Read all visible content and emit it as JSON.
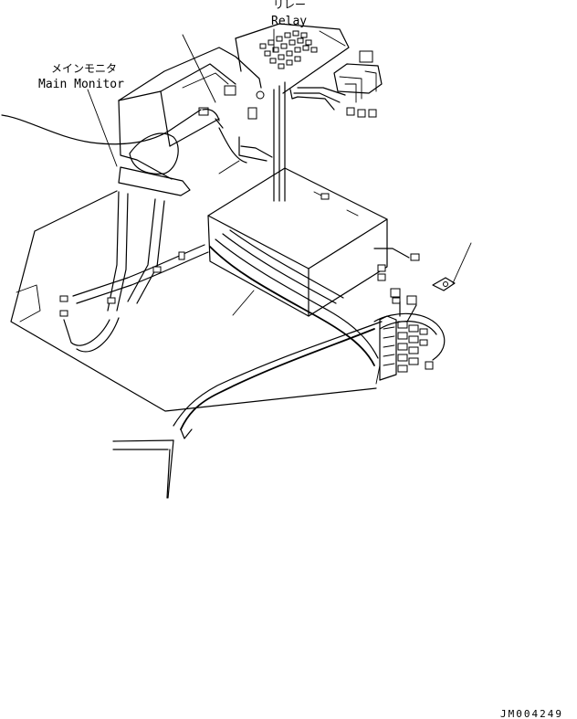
{
  "labels": {
    "relay_jp": "リレー",
    "relay_en": "Relay",
    "monitor_jp": "メインモニタ",
    "monitor_en": "Main Monitor",
    "drawing_code": "JM004249"
  }
}
